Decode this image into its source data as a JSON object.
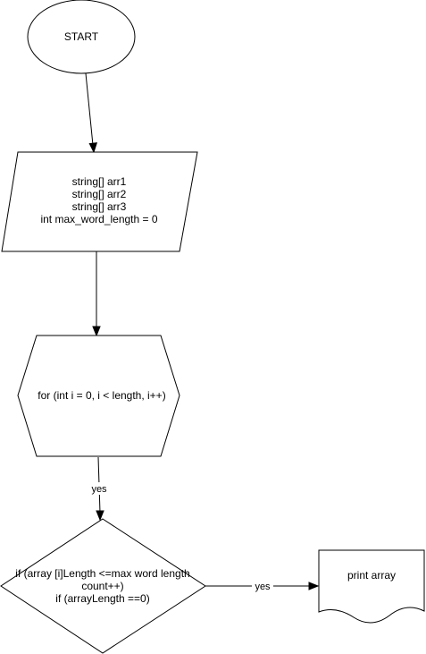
{
  "diagram": {
    "nodes": {
      "start": {
        "shape": "ellipse",
        "lines": [
          "START"
        ]
      },
      "declare": {
        "shape": "parallelogram",
        "lines": [
          "string[] arr1",
          "string[] arr2",
          "string[] arr3",
          "int max_word_length = 0"
        ]
      },
      "loop": {
        "shape": "hexagon",
        "lines": [
          "for  (int i = 0, i < length, i++)"
        ]
      },
      "condition": {
        "shape": "diamond",
        "lines": [
          "if (array [i]Length <=max word length",
          "count++)",
          "if (arrayLength ==0)"
        ]
      },
      "output": {
        "shape": "document",
        "lines": [
          "print array"
        ]
      }
    },
    "edges": [
      {
        "from": "start",
        "to": "declare",
        "label": ""
      },
      {
        "from": "declare",
        "to": "loop",
        "label": ""
      },
      {
        "from": "loop",
        "to": "condition",
        "label": "yes"
      },
      {
        "from": "condition",
        "to": "output",
        "label": "yes"
      }
    ]
  }
}
